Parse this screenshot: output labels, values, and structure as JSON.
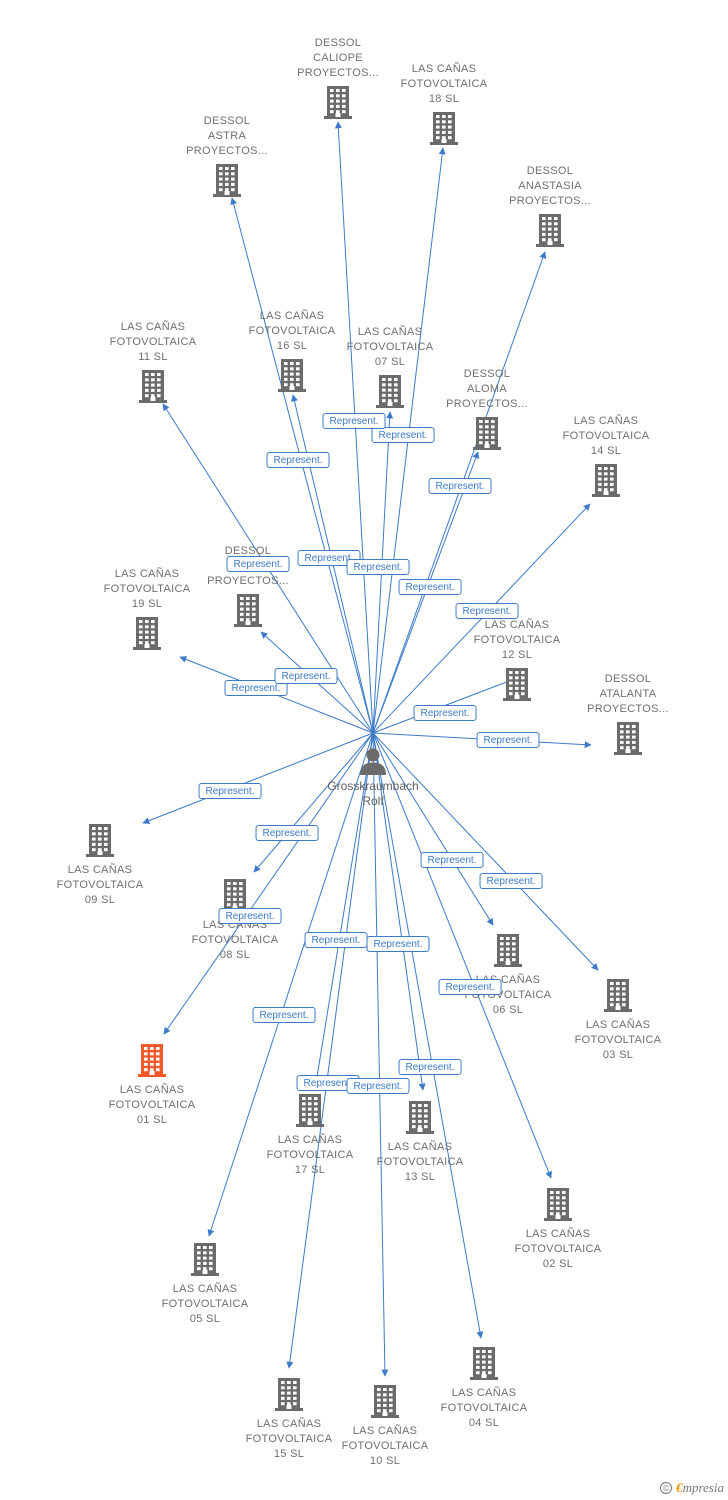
{
  "center": {
    "label": "Grosskraumbach\nRolf"
  },
  "edge_label": "Represent.",
  "colors": {
    "edge": "#3d7ac9",
    "node": "#6b6b6b",
    "highlight": "#f05a2a"
  },
  "footer": {
    "copyright": "©",
    "brand_e": "€",
    "brand_rest": "mpresia"
  },
  "companies": [
    {
      "id": "calipe",
      "label": "DESSOL\nCALIOPE\nPROYECTOS..."
    },
    {
      "id": "c18",
      "label": "LAS CAÑAS\nFOTOVOLTAICA\n18 SL"
    },
    {
      "id": "astra",
      "label": "DESSOL\nASTRA\nPROYECTOS..."
    },
    {
      "id": "anastasia",
      "label": "DESSOL\nANASTASIA\nPROYECTOS..."
    },
    {
      "id": "c11",
      "label": "LAS CAÑAS\nFOTOVOLTAICA\n11 SL"
    },
    {
      "id": "c16",
      "label": "LAS CAÑAS\nFOTOVOLTAICA\n16 SL"
    },
    {
      "id": "c07",
      "label": "LAS CAÑAS\nFOTOVOLTAICA\n07 SL"
    },
    {
      "id": "aloma",
      "label": "DESSOL\nALOMA\nPROYECTOS..."
    },
    {
      "id": "c14",
      "label": "LAS CAÑAS\nFOTOVOLTAICA\n14 SL"
    },
    {
      "id": "dessol_hidden",
      "label": "DESSOL\nA...\nPROYECTOS..."
    },
    {
      "id": "c19",
      "label": "LAS CAÑAS\nFOTOVOLTAICA\n19 SL"
    },
    {
      "id": "c12",
      "label": "LAS CAÑAS\nFOTOVOLTAICA\n12 SL"
    },
    {
      "id": "atalanta",
      "label": "DESSOL\nATALANTA\nPROYECTOS..."
    },
    {
      "id": "c09",
      "label": "LAS CAÑAS\nFOTOVOLTAICA\n09 SL"
    },
    {
      "id": "c08",
      "label": "LAS CAÑAS\nFOTOVOLTAICA\n08 SL"
    },
    {
      "id": "c06",
      "label": "LAS CAÑAS\nFOTOVOLTAICA\n06 SL"
    },
    {
      "id": "c03",
      "label": "LAS CAÑAS\nFOTOVOLTAICA\n03 SL"
    },
    {
      "id": "c01",
      "label": "LAS CAÑAS\nFOTOVOLTAICA\n01 SL",
      "highlight": true
    },
    {
      "id": "c17",
      "label": "LAS CAÑAS\nFOTOVOLTAICA\n17 SL"
    },
    {
      "id": "c13",
      "label": "LAS CAÑAS\nFOTOVOLTAICA\n13 SL"
    },
    {
      "id": "c02",
      "label": "LAS CAÑAS\nFOTOVOLTAICA\n02 SL"
    },
    {
      "id": "c05",
      "label": "LAS CAÑAS\nFOTOVOLTAICA\n05 SL"
    },
    {
      "id": "c04",
      "label": "LAS CAÑAS\nFOTOVOLTAICA\n04 SL"
    },
    {
      "id": "c15",
      "label": "LAS CAÑAS\nFOTOVOLTAICA\n15 SL"
    },
    {
      "id": "c10",
      "label": "LAS CAÑAS\nFOTOVOLTAICA\n10 SL"
    }
  ]
}
